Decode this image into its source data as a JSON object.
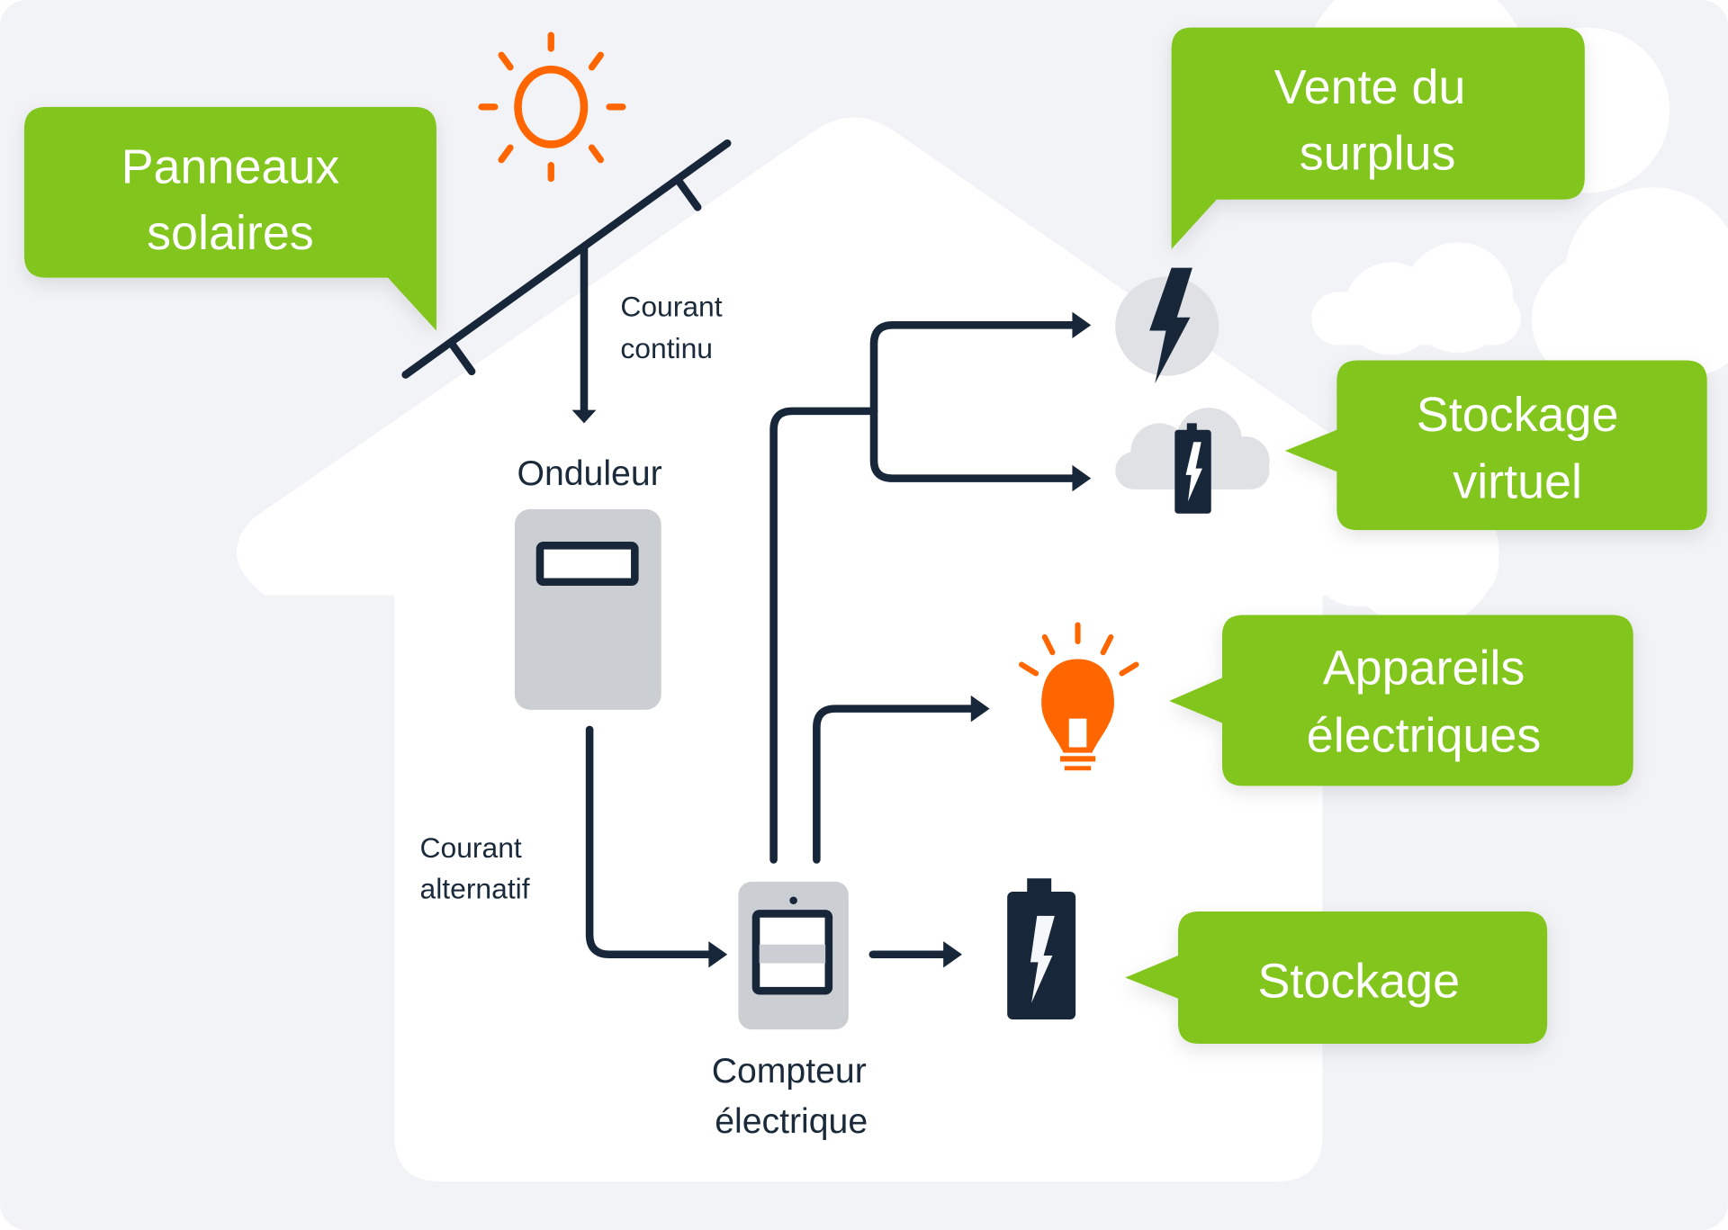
{
  "colors": {
    "background": "#f1f3f7",
    "house": "#ffffff",
    "callout_green": "#82c51a",
    "accent_orange": "#ff6600",
    "navy": "#172638",
    "device_gray": "#cbced3",
    "cloud_gray": "#dfe1e5"
  },
  "callouts": {
    "panels": [
      "Panneaux",
      "solaires"
    ],
    "surplus": [
      "Vente du",
      "surplus"
    ],
    "virtual_storage": [
      "Stockage",
      "virtuel"
    ],
    "appliances": [
      "Appareils",
      "électriques"
    ],
    "storage": [
      "Stockage"
    ]
  },
  "labels": {
    "dc_current": [
      "Courant",
      "continu"
    ],
    "inverter": "Onduleur",
    "ac_current": [
      "Courant",
      "alternatif"
    ],
    "meter": [
      "Compteur",
      "électrique"
    ]
  },
  "icons": {
    "sun": "sun-icon",
    "solar_panel": "solar-panel-icon",
    "inverter": "inverter-icon",
    "meter": "electric-meter-icon",
    "grid": "lightning-bolt-icon",
    "cloud_battery": "cloud-battery-icon",
    "bulb": "light-bulb-icon",
    "battery": "battery-icon"
  }
}
